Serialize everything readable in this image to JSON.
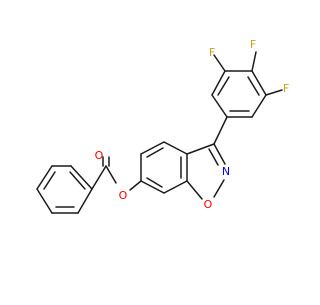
{
  "molecule": {
    "atom_labels": {
      "f_top": "F",
      "f_left": "F",
      "f_right": "F",
      "o_carbonyl": "O",
      "o_ester": "O",
      "n_isoxazole": "N",
      "o_isoxazole": "O"
    },
    "colors": {
      "bond": "#1a1a1a",
      "fluorine": "#c8a020",
      "oxygen": "#ff0000",
      "nitrogen": "#0000ff"
    }
  }
}
